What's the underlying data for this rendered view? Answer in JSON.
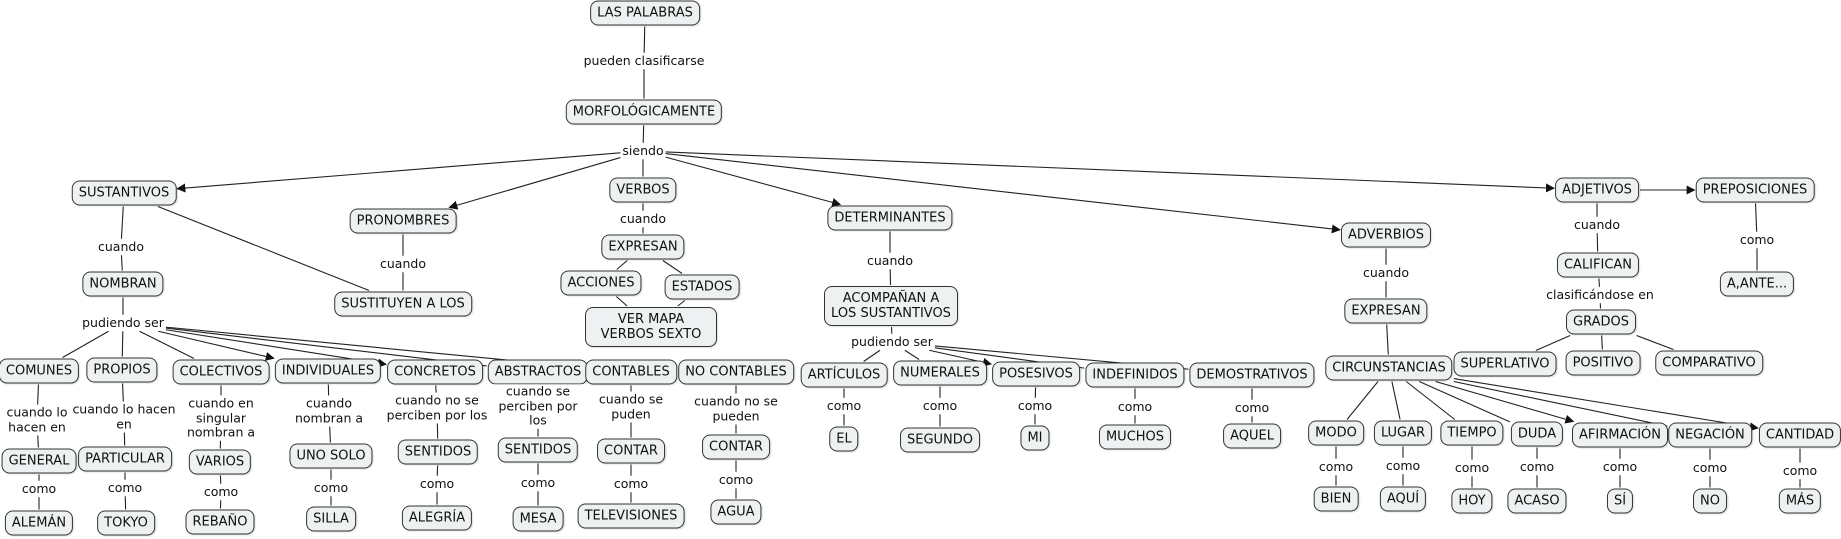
{
  "diagram": {
    "nodes": [
      {
        "id": "palabras",
        "text": "LAS PALABRAS"
      },
      {
        "id": "morfo",
        "text": "MORFOLÓGICAMENTE"
      },
      {
        "id": "sust",
        "text": "SUSTANTIVOS"
      },
      {
        "id": "nombran",
        "text": "NOMBRAN"
      },
      {
        "id": "comunes",
        "text": "COMUNES"
      },
      {
        "id": "general",
        "text": "GENERAL"
      },
      {
        "id": "aleman",
        "text": "ALEMÁN"
      },
      {
        "id": "propios",
        "text": "PROPIOS"
      },
      {
        "id": "particular",
        "text": "PARTICULAR"
      },
      {
        "id": "tokyo",
        "text": "TOKYO"
      },
      {
        "id": "colectivos",
        "text": "COLECTIVOS"
      },
      {
        "id": "varios",
        "text": "VARIOS"
      },
      {
        "id": "rebano",
        "text": "REBAÑO"
      },
      {
        "id": "individuales",
        "text": "INDIVIDUALES"
      },
      {
        "id": "unosolo",
        "text": "UNO SOLO"
      },
      {
        "id": "silla",
        "text": "SILLA"
      },
      {
        "id": "concretos",
        "text": "CONCRETOS"
      },
      {
        "id": "sentidos1",
        "text": "SENTIDOS"
      },
      {
        "id": "alegria",
        "text": "ALEGRÍA"
      },
      {
        "id": "abstractos",
        "text": "ABSTRACTOS"
      },
      {
        "id": "sentidos2",
        "text": "SENTIDOS"
      },
      {
        "id": "mesa",
        "text": "MESA"
      },
      {
        "id": "contables",
        "text": "CONTABLES"
      },
      {
        "id": "contar1",
        "text": "CONTAR"
      },
      {
        "id": "televisiones",
        "text": "TELEVISIONES"
      },
      {
        "id": "nocontables",
        "text": "NO CONTABLES"
      },
      {
        "id": "contar2",
        "text": "CONTAR"
      },
      {
        "id": "agua",
        "text": "AGUA"
      },
      {
        "id": "pronombres",
        "text": "PRONOMBRES"
      },
      {
        "id": "sustituyen",
        "text": "SUSTITUYEN A LOS"
      },
      {
        "id": "verbos",
        "text": "VERBOS"
      },
      {
        "id": "expresan1",
        "text": "EXPRESAN"
      },
      {
        "id": "acciones",
        "text": "ACCIONES"
      },
      {
        "id": "estados",
        "text": "ESTADOS"
      },
      {
        "id": "vermapa",
        "text": "VER MAPA VERBOS SEXTO"
      },
      {
        "id": "determ",
        "text": "DETERMINANTES"
      },
      {
        "id": "acompanan",
        "text": "ACOMPAÑAN A LOS SUSTANTIVOS"
      },
      {
        "id": "articulos",
        "text": "ARTÍCULOS"
      },
      {
        "id": "el",
        "text": "EL"
      },
      {
        "id": "numerales",
        "text": "NUMERALES"
      },
      {
        "id": "segundo",
        "text": "SEGUNDO"
      },
      {
        "id": "posesivos",
        "text": "POSESIVOS"
      },
      {
        "id": "mi",
        "text": "MI"
      },
      {
        "id": "indefinidos",
        "text": "INDEFINIDOS"
      },
      {
        "id": "muchos",
        "text": "MUCHOS"
      },
      {
        "id": "demostrativos",
        "text": "DEMOSTRATIVOS"
      },
      {
        "id": "aquel",
        "text": "AQUEL"
      },
      {
        "id": "adverbios",
        "text": "ADVERBIOS"
      },
      {
        "id": "expresan2",
        "text": "EXPRESAN"
      },
      {
        "id": "circunst",
        "text": "CIRCUNSTANCIAS"
      },
      {
        "id": "modo",
        "text": "MODO"
      },
      {
        "id": "bien",
        "text": "BIEN"
      },
      {
        "id": "lugar",
        "text": "LUGAR"
      },
      {
        "id": "aqui",
        "text": "AQUÍ"
      },
      {
        "id": "tiempo",
        "text": "TIEMPO"
      },
      {
        "id": "hoy",
        "text": "HOY"
      },
      {
        "id": "duda",
        "text": "DUDA"
      },
      {
        "id": "acaso",
        "text": "ACASO"
      },
      {
        "id": "afirmacion",
        "text": "AFIRMACIÓN"
      },
      {
        "id": "si",
        "text": "SÍ"
      },
      {
        "id": "negacion",
        "text": "NEGACIÓN"
      },
      {
        "id": "no",
        "text": "NO"
      },
      {
        "id": "cantidad",
        "text": "CANTIDAD"
      },
      {
        "id": "mas",
        "text": "MÁS"
      },
      {
        "id": "adjetivos",
        "text": "ADJETIVOS"
      },
      {
        "id": "califican",
        "text": "CALIFICAN"
      },
      {
        "id": "grados",
        "text": "GRADOS"
      },
      {
        "id": "superlativo",
        "text": "SUPERLATIVO"
      },
      {
        "id": "positivo",
        "text": "POSITIVO"
      },
      {
        "id": "comparativo",
        "text": "COMPARATIVO"
      },
      {
        "id": "preposiciones",
        "text": "PREPOSICIONES"
      },
      {
        "id": "ante",
        "text": "A,ANTE..."
      }
    ],
    "labels": [
      {
        "id": "l_pueden",
        "text": "pueden clasificarse"
      },
      {
        "id": "l_siendo",
        "text": "siendo"
      },
      {
        "id": "l_cuando_sust",
        "text": "cuando"
      },
      {
        "id": "l_pudiendo1",
        "text": "pudiendo ser"
      },
      {
        "id": "l_comunes",
        "text": "cuando lo hacen en"
      },
      {
        "id": "l_como_general",
        "text": "como"
      },
      {
        "id": "l_propios",
        "text": "cuando lo    hacen en"
      },
      {
        "id": "l_como_particular",
        "text": "como"
      },
      {
        "id": "l_colectivos",
        "text": "cuando en singular nombran a"
      },
      {
        "id": "l_como_varios",
        "text": "como"
      },
      {
        "id": "l_individuales",
        "text": "cuando nombran a"
      },
      {
        "id": "l_como_unosolo",
        "text": "como"
      },
      {
        "id": "l_concretos",
        "text": "cuando no se perciben por los"
      },
      {
        "id": "l_como_sent1",
        "text": "como"
      },
      {
        "id": "l_abstractos",
        "text": "cuando se perciben por los"
      },
      {
        "id": "l_como_sent2",
        "text": "como"
      },
      {
        "id": "l_contables",
        "text": "cuando se puden"
      },
      {
        "id": "l_como_contar1",
        "text": "como"
      },
      {
        "id": "l_nocontables",
        "text": "cuando no se pueden"
      },
      {
        "id": "l_como_contar2",
        "text": "como"
      },
      {
        "id": "l_cuando_pron",
        "text": "cuando"
      },
      {
        "id": "l_cuando_verb",
        "text": "cuando"
      },
      {
        "id": "l_cuando_det",
        "text": "cuando"
      },
      {
        "id": "l_pudiendo2",
        "text": "pudiendo ser"
      },
      {
        "id": "l_como_art",
        "text": "como"
      },
      {
        "id": "l_como_num",
        "text": "como"
      },
      {
        "id": "l_como_pos",
        "text": "como"
      },
      {
        "id": "l_como_ind",
        "text": "como"
      },
      {
        "id": "l_como_dem",
        "text": "como"
      },
      {
        "id": "l_cuando_adv",
        "text": "cuando"
      },
      {
        "id": "l_como_modo",
        "text": "como"
      },
      {
        "id": "l_como_lugar",
        "text": "como"
      },
      {
        "id": "l_como_tiempo",
        "text": "como"
      },
      {
        "id": "l_como_duda",
        "text": "como"
      },
      {
        "id": "l_como_afirm",
        "text": "como"
      },
      {
        "id": "l_como_neg",
        "text": "como"
      },
      {
        "id": "l_como_cant",
        "text": "como"
      },
      {
        "id": "l_cuando_adj",
        "text": "cuando"
      },
      {
        "id": "l_clasif",
        "text": "clasificándose en"
      },
      {
        "id": "l_como_prep",
        "text": "como"
      }
    ],
    "edges": [
      [
        "palabras",
        "l_pueden",
        0
      ],
      [
        "l_pueden",
        "morfo",
        0
      ],
      [
        "morfo",
        "l_siendo",
        0
      ],
      [
        "l_siendo",
        "sust",
        1
      ],
      [
        "l_siendo",
        "pronombres",
        1
      ],
      [
        "l_siendo",
        "verbos",
        0
      ],
      [
        "l_siendo",
        "determ",
        1
      ],
      [
        "l_siendo",
        "adverbios",
        1
      ],
      [
        "l_siendo",
        "adjetivos",
        1
      ],
      [
        "adjetivos",
        "preposiciones",
        1
      ],
      [
        "sust",
        "l_cuando_sust",
        0
      ],
      [
        "l_cuando_sust",
        "nombran",
        0
      ],
      [
        "nombran",
        "l_pudiendo1",
        0
      ],
      [
        "l_pudiendo1",
        "comunes",
        0
      ],
      [
        "l_pudiendo1",
        "propios",
        0
      ],
      [
        "l_pudiendo1",
        "colectivos",
        0
      ],
      [
        "l_pudiendo1",
        "individuales",
        1
      ],
      [
        "l_pudiendo1",
        "concretos",
        1
      ],
      [
        "l_pudiendo1",
        "abstractos",
        0
      ],
      [
        "l_pudiendo1",
        "contables",
        0
      ],
      [
        "comunes",
        "l_comunes",
        0
      ],
      [
        "l_comunes",
        "general",
        0
      ],
      [
        "general",
        "l_como_general",
        0
      ],
      [
        "l_como_general",
        "aleman",
        0
      ],
      [
        "propios",
        "l_propios",
        0
      ],
      [
        "l_propios",
        "particular",
        0
      ],
      [
        "particular",
        "l_como_particular",
        0
      ],
      [
        "l_como_particular",
        "tokyo",
        0
      ],
      [
        "colectivos",
        "l_colectivos",
        0
      ],
      [
        "l_colectivos",
        "varios",
        0
      ],
      [
        "varios",
        "l_como_varios",
        0
      ],
      [
        "l_como_varios",
        "rebano",
        0
      ],
      [
        "individuales",
        "l_individuales",
        0
      ],
      [
        "l_individuales",
        "unosolo",
        0
      ],
      [
        "unosolo",
        "l_como_unosolo",
        0
      ],
      [
        "l_como_unosolo",
        "silla",
        0
      ],
      [
        "concretos",
        "l_concretos",
        0
      ],
      [
        "l_concretos",
        "sentidos1",
        0
      ],
      [
        "sentidos1",
        "l_como_sent1",
        0
      ],
      [
        "l_como_sent1",
        "alegria",
        0
      ],
      [
        "abstractos",
        "l_abstractos",
        0
      ],
      [
        "l_abstractos",
        "sentidos2",
        0
      ],
      [
        "sentidos2",
        "l_como_sent2",
        0
      ],
      [
        "l_como_sent2",
        "mesa",
        0
      ],
      [
        "contables",
        "l_contables",
        0
      ],
      [
        "l_contables",
        "contar1",
        0
      ],
      [
        "contar1",
        "l_como_contar1",
        0
      ],
      [
        "l_como_contar1",
        "televisiones",
        0
      ],
      [
        "nocontables",
        "l_nocontables",
        0
      ],
      [
        "l_nocontables",
        "contar2",
        0
      ],
      [
        "contar2",
        "l_como_contar2",
        0
      ],
      [
        "l_como_contar2",
        "agua",
        0
      ],
      [
        "sust",
        "sustituyen",
        0
      ],
      [
        "pronombres",
        "l_cuando_pron",
        0
      ],
      [
        "l_cuando_pron",
        "sustituyen",
        0
      ],
      [
        "verbos",
        "l_cuando_verb",
        0
      ],
      [
        "l_cuando_verb",
        "expresan1",
        0
      ],
      [
        "expresan1",
        "acciones",
        0
      ],
      [
        "expresan1",
        "estados",
        0
      ],
      [
        "acciones",
        "vermapa",
        0
      ],
      [
        "estados",
        "vermapa",
        0
      ],
      [
        "determ",
        "l_cuando_det",
        0
      ],
      [
        "l_cuando_det",
        "acompanan",
        0
      ],
      [
        "acompanan",
        "l_pudiendo2",
        0
      ],
      [
        "l_pudiendo2",
        "articulos",
        0
      ],
      [
        "l_pudiendo2",
        "numerales",
        0
      ],
      [
        "l_pudiendo2",
        "posesivos",
        1
      ],
      [
        "l_pudiendo2",
        "indefinidos",
        0
      ],
      [
        "l_pudiendo2",
        "demostrativos",
        0
      ],
      [
        "articulos",
        "l_como_art",
        0
      ],
      [
        "l_como_art",
        "el",
        0
      ],
      [
        "numerales",
        "l_como_num",
        0
      ],
      [
        "l_como_num",
        "segundo",
        0
      ],
      [
        "posesivos",
        "l_como_pos",
        0
      ],
      [
        "l_como_pos",
        "mi",
        0
      ],
      [
        "indefinidos",
        "l_como_ind",
        0
      ],
      [
        "l_como_ind",
        "muchos",
        0
      ],
      [
        "demostrativos",
        "l_como_dem",
        0
      ],
      [
        "l_como_dem",
        "aquel",
        0
      ],
      [
        "adverbios",
        "l_cuando_adv",
        0
      ],
      [
        "l_cuando_adv",
        "expresan2",
        0
      ],
      [
        "expresan2",
        "circunst",
        0
      ],
      [
        "circunst",
        "modo",
        0
      ],
      [
        "circunst",
        "lugar",
        0
      ],
      [
        "circunst",
        "tiempo",
        0
      ],
      [
        "circunst",
        "duda",
        0
      ],
      [
        "circunst",
        "afirmacion",
        1
      ],
      [
        "circunst",
        "negacion",
        0
      ],
      [
        "circunst",
        "cantidad",
        1
      ],
      [
        "modo",
        "l_como_modo",
        0
      ],
      [
        "l_como_modo",
        "bien",
        0
      ],
      [
        "lugar",
        "l_como_lugar",
        0
      ],
      [
        "l_como_lugar",
        "aqui",
        0
      ],
      [
        "tiempo",
        "l_como_tiempo",
        0
      ],
      [
        "l_como_tiempo",
        "hoy",
        0
      ],
      [
        "duda",
        "l_como_duda",
        0
      ],
      [
        "l_como_duda",
        "acaso",
        0
      ],
      [
        "afirmacion",
        "l_como_afirm",
        0
      ],
      [
        "l_como_afirm",
        "si",
        0
      ],
      [
        "negacion",
        "l_como_neg",
        0
      ],
      [
        "l_como_neg",
        "no",
        0
      ],
      [
        "cantidad",
        "l_como_cant",
        0
      ],
      [
        "l_como_cant",
        "mas",
        0
      ],
      [
        "adjetivos",
        "l_cuando_adj",
        0
      ],
      [
        "l_cuando_adj",
        "califican",
        0
      ],
      [
        "califican",
        "l_clasif",
        0
      ],
      [
        "l_clasif",
        "grados",
        0
      ],
      [
        "grados",
        "superlativo",
        0
      ],
      [
        "grados",
        "positivo",
        0
      ],
      [
        "grados",
        "comparativo",
        0
      ],
      [
        "preposiciones",
        "l_como_prep",
        0
      ],
      [
        "l_como_prep",
        "ante",
        0
      ]
    ]
  }
}
